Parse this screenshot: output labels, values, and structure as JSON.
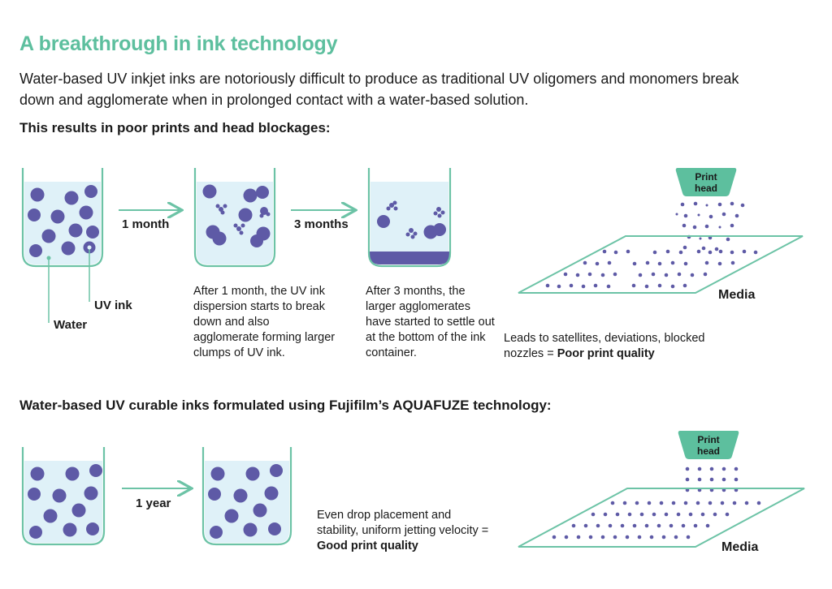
{
  "title": "A breakthrough in ink technology",
  "intro": "Water-based UV inkjet inks are notoriously difficult to produce as traditional UV oligomers and monomers break down and agglomerate when in prolonged contact with a water-based solution.",
  "section1": {
    "heading": "This results in poor prints and head blockages:",
    "arrow1_label": "1 month",
    "arrow2_label": "3 months",
    "uv_ink_label": "UV ink",
    "water_label": "Water",
    "caption_1_month": "After 1 month, the UV ink dispersion starts to break down and also agglomerate forming larger clumps of UV ink.",
    "caption_3_months": "After 3 months, the larger agglomerates have started to settle out at the bottom of the ink container.",
    "print_head_line1": "Print",
    "print_head_line2": "head",
    "media_label": "Media",
    "result_text": "Leads to satellites, deviations, blocked nozzles = ",
    "result_bold": "Poor print quality"
  },
  "section2": {
    "heading": "Water-based UV curable inks formulated using Fujifilm’s AQUAFUZE technology:",
    "arrow_label": "1 year",
    "print_head_line1": "Print",
    "print_head_line2": "head",
    "media_label": "Media",
    "result_text": "Even drop placement and stability, uniform jetting velocity = ",
    "result_bold": "Good print quality"
  },
  "colors": {
    "accent_green": "#5dbf9e",
    "water_fill": "#dff1f8",
    "ink_particle": "#5e5aa6",
    "container_stroke": "#6cc3a6"
  },
  "icons": [
    "ink-container-icon",
    "arrow-right-icon",
    "print-head-icon",
    "media-sheet-icon"
  ]
}
